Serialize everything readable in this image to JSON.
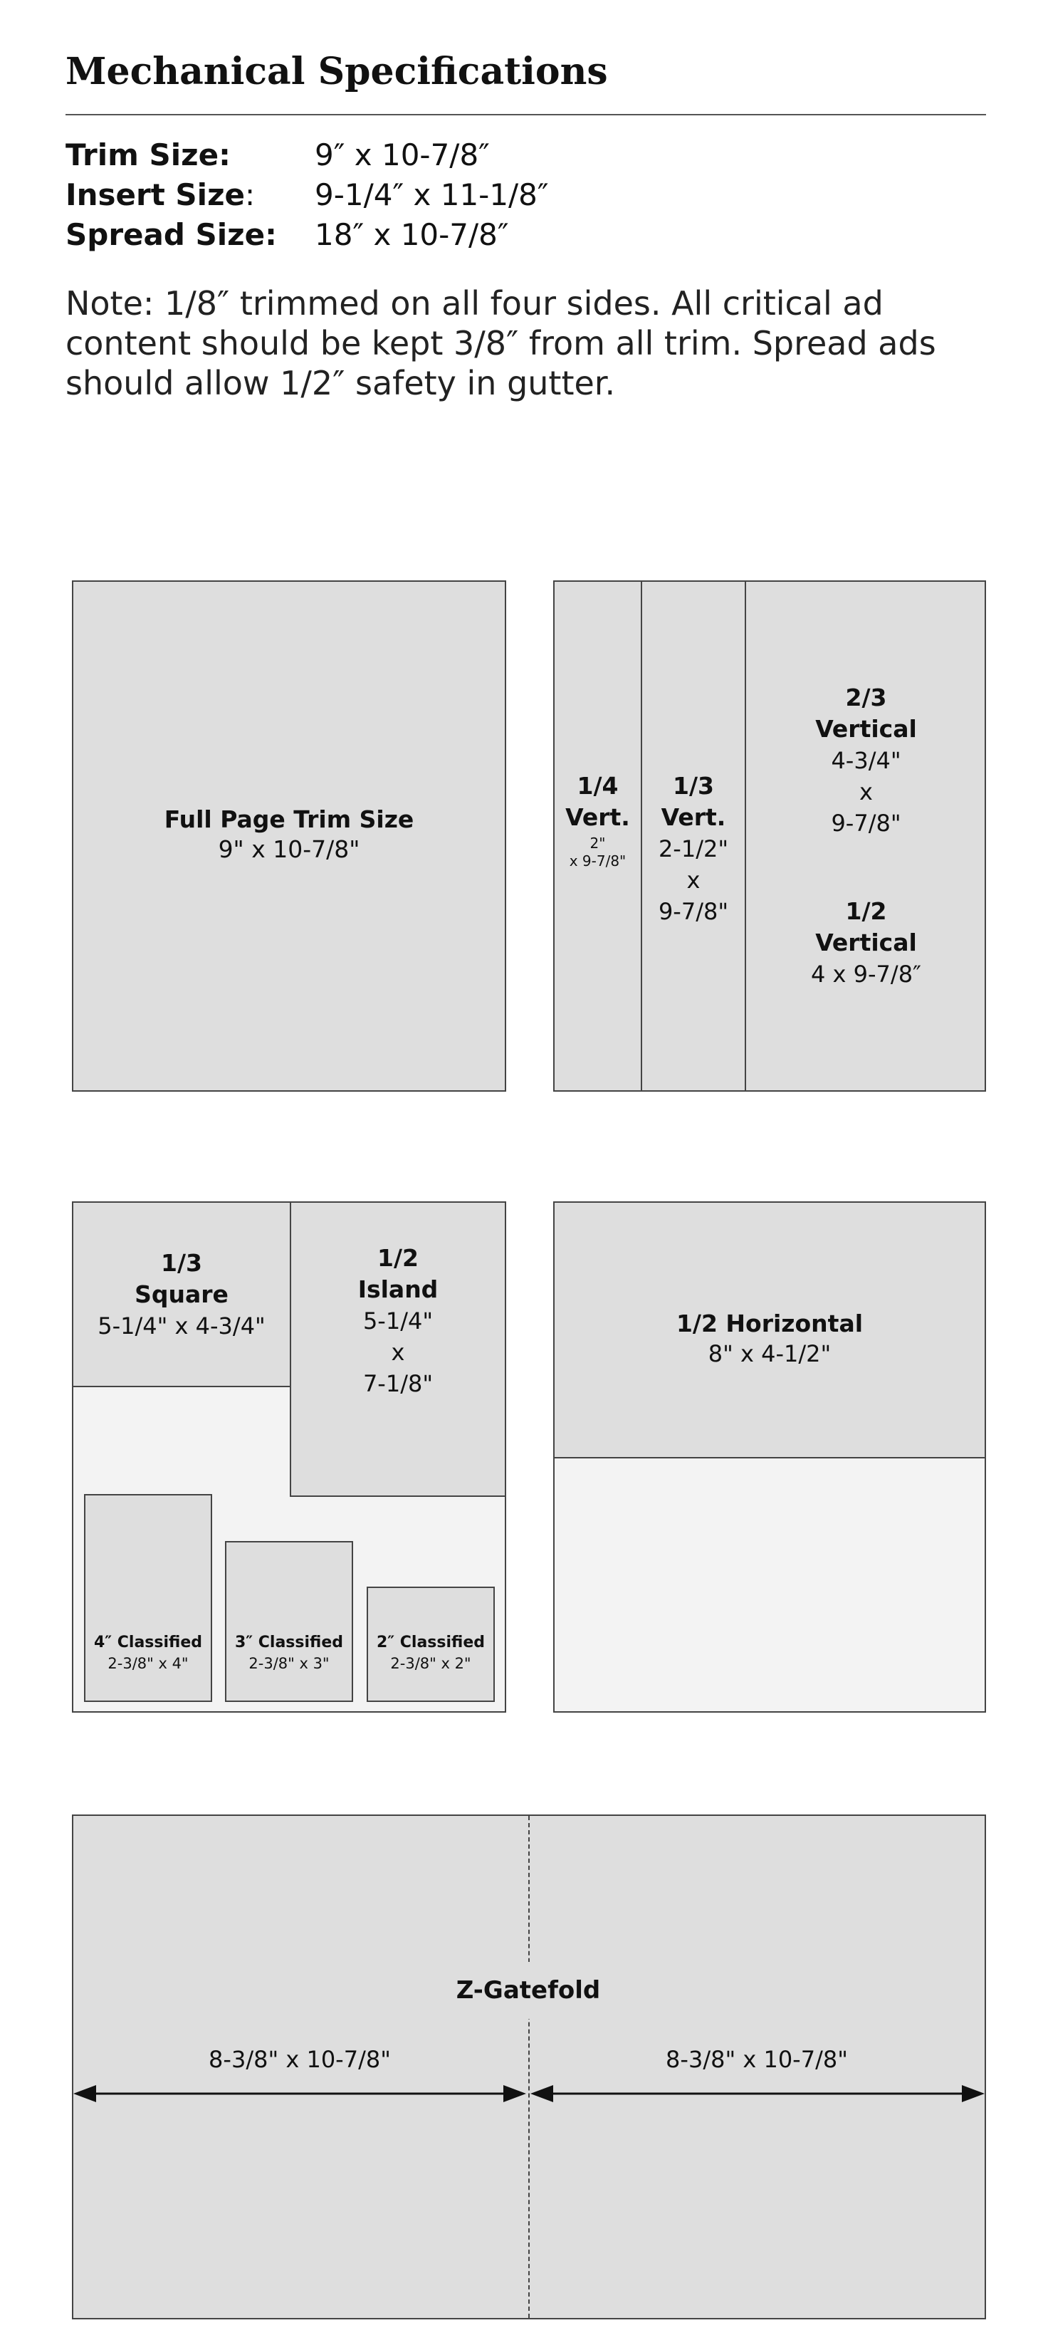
{
  "header": {
    "title": "Mechanical Specifications"
  },
  "specs": [
    {
      "label": "Trim Size:",
      "value": "9″ x 10-7/8″"
    },
    {
      "label": "Insert Size",
      "label_suffix": ":",
      "value": "9-1/4″ x 11-1/8″"
    },
    {
      "label": "Spread Size:",
      "value": "18″ x 10-7/8″"
    }
  ],
  "note": "Note: 1/8″ trimmed on all four sides. All critical ad content should be kept 3/8″ from all trim. Spread ads should allow 1/2″ safety in gutter.",
  "full_page": {
    "name": "Full Page Trim Size",
    "size": "9\" x 10-7/8\""
  },
  "vertical_panel": {
    "quarter": {
      "line1": "1/4",
      "line2": "Vert.",
      "size1": "2\"",
      "size2": "x 9-7/8\""
    },
    "third": {
      "line1": "1/3",
      "line2": "Vert.",
      "size1": "2-1/2\"",
      "size2": "x",
      "size3": "9-7/8\""
    },
    "two_thirds": {
      "line1": "2/3",
      "line2": "Vertical",
      "size1": "4-3/4\"",
      "size2": "x",
      "size3": "9-7/8\""
    },
    "half": {
      "line1": "1/2",
      "line2": "Vertical",
      "size1": "4 x 9-7/8″"
    }
  },
  "square_panel": {
    "third_square": {
      "line1": "1/3",
      "line2": "Square",
      "size1": "5-1/4\" x 4-3/4\""
    },
    "half_island": {
      "line1": "1/2",
      "line2": "Island",
      "size1": "5-1/4\"",
      "size2": "x",
      "size3": "7-1/8\""
    },
    "classifieds": [
      {
        "name": "4″ Classified",
        "size": "2-3/8\" x 4\""
      },
      {
        "name": "3″ Classified",
        "size": "2-3/8\" x 3\""
      },
      {
        "name": "2″ Classified",
        "size": "2-3/8\" x 2\""
      }
    ]
  },
  "horizontal": {
    "name": "1/2 Horizontal",
    "size": "8\" x 4-1/2\""
  },
  "gatefold": {
    "name": "Z-Gatefold",
    "left_size": "8-3/8\" x 10-7/8\"",
    "right_size": "8-3/8\" x 10-7/8\""
  }
}
